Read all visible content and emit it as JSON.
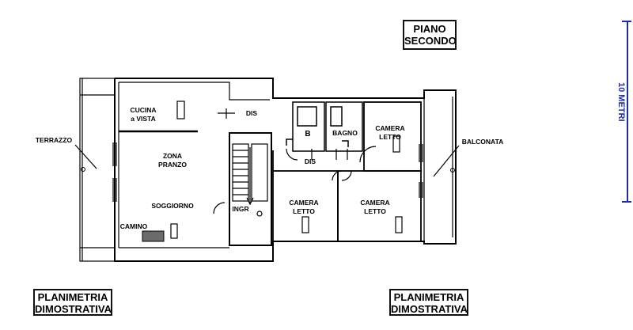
{
  "title": {
    "line1": "PIANO",
    "line2": "SECONDO"
  },
  "footer_left": {
    "line1": "PLANIMETRIA",
    "line2": "DIMOSTRATIVA"
  },
  "footer_right": {
    "line1": "PLANIMETRIA",
    "line2": "DIMOSTRATIVA"
  },
  "scale": {
    "label": "10 METRI",
    "color": "#1a2ea8"
  },
  "rooms": {
    "cucina_line1": "CUCINA",
    "cucina_line2": "a VISTA",
    "dis_top": "DIS",
    "zona_line1": "ZONA",
    "zona_line2": "PRANZO",
    "soggiorno": "SOGGIORNO",
    "camino": "CAMINO",
    "ingr": "INGR",
    "terrazzo": "TERRAZZO",
    "b": "B",
    "bagno": "BAGNO",
    "dis_mid": "DIS",
    "camera_tr_line1": "CAMERA",
    "camera_tr_line2": "LETTO",
    "balconata": "BALCONATA",
    "camera_bc_line1": "CAMERA",
    "camera_bc_line2": "LETTO",
    "camera_br_line1": "CAMERA",
    "camera_br_line2": "LETTO"
  }
}
